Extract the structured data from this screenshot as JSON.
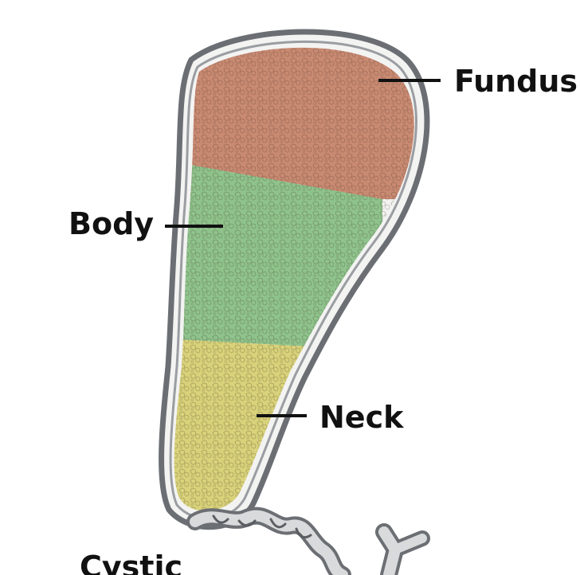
{
  "labels": {
    "fundus": "Fundus",
    "body": "Body",
    "neck": "Neck",
    "cystic": "Cystic"
  },
  "colors": {
    "fundus": "#c98a72",
    "body": "#8fc38c",
    "neck": "#d8d27a",
    "wall": "#6b6f74",
    "leader": "#111111"
  }
}
